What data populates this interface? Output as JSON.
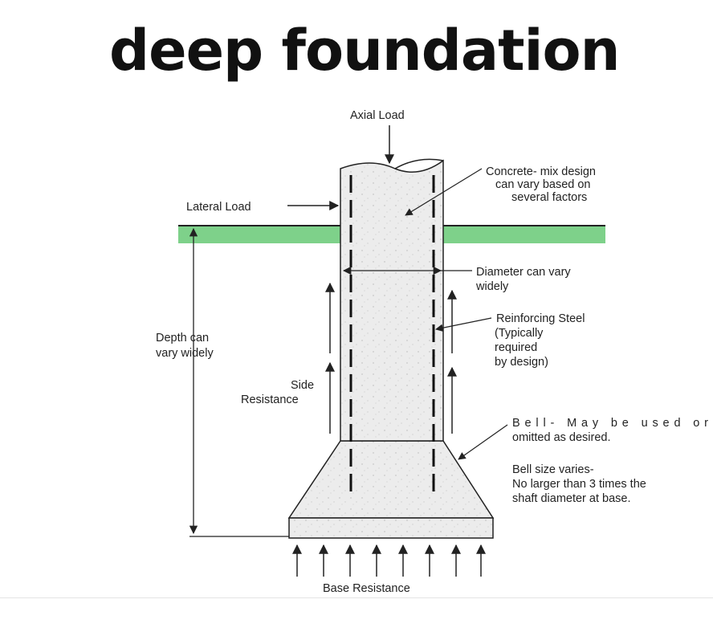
{
  "title": "deep foundation",
  "labels": {
    "axial_load": "Axial Load",
    "lateral_load": "Lateral Load",
    "concrete": [
      "Concrete- mix design",
      "can vary based on",
      "several factors"
    ],
    "diameter": [
      "Diameter can vary",
      "widely"
    ],
    "reinforcing": [
      "Reinforcing Steel",
      "(Typically",
      "required",
      "by design)"
    ],
    "depth": [
      "Depth can",
      "vary widely"
    ],
    "side_resistance": [
      "Side",
      "Resistance"
    ],
    "bell": [
      "Bell- May be used or",
      "omitted as desired."
    ],
    "bell_size": [
      "Bell size varies-",
      "No larger than 3 times the",
      "shaft diameter at base."
    ],
    "base_resistance": "Base Resistance"
  },
  "colors": {
    "ground": "#7ed18a",
    "concrete_fill": "#ececec",
    "line": "#222222"
  }
}
